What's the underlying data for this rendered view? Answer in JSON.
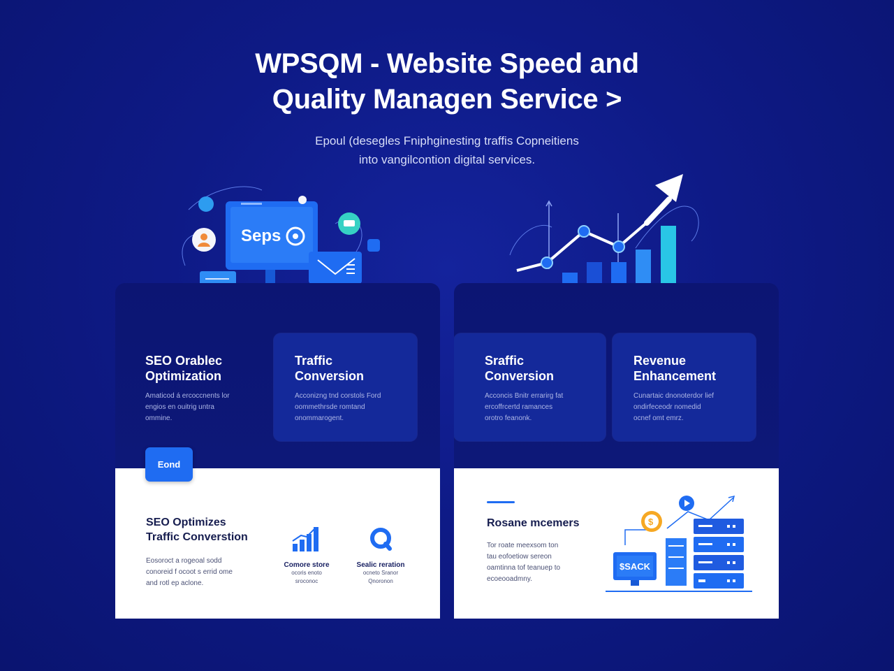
{
  "hero": {
    "title_line1": "WPSQM - Website Speed and",
    "title_line2": "Quality Managen Service >",
    "subtitle_line1": "Epoul (desegles Fniphginesting traffis Copneitiens",
    "subtitle_line2": "into vangilcontion digital services."
  },
  "illustration_left": {
    "monitor_text": "Seps"
  },
  "panel_left": {
    "cards": [
      {
        "title_line1": "SEO Orablec",
        "title_line2": "Optimization",
        "desc_lines": [
          "Amaticod á ercoccnents lor",
          "engios en ouitrig untra",
          "ommine."
        ]
      },
      {
        "title_line1": "Traffic",
        "title_line2": "Conversion",
        "desc_lines": [
          "Acconizng tnd corstols Ford",
          "oommethrsde romtand",
          "onommarogent."
        ]
      }
    ],
    "cta_label": "Eond",
    "lower": {
      "title_line1": "SEO Optimizes",
      "title_line2": "Traffic Converstion",
      "desc_lines": [
        "Eosoroct a rogeoal sodd",
        "conoreid f ocoot s errid ome",
        "and rotl ep aclone."
      ],
      "features": [
        {
          "icon": "bar-chart-icon",
          "label": "Comore store",
          "sub_lines": [
            "ocoris enoto",
            "sroconoc"
          ]
        },
        {
          "icon": "search-icon",
          "label": "Sealic reration",
          "sub_lines": [
            "ocneto Sranor",
            "Qnoronon"
          ]
        }
      ]
    }
  },
  "panel_right": {
    "cards": [
      {
        "title_line1": "Sraffic",
        "title_line2": "Conversion",
        "desc_lines": [
          "Acconcis Bnitr errarirg fat",
          "ercoffrcertd ramances",
          "orotro feanonk."
        ]
      },
      {
        "title_line1": "Revenue",
        "title_line2": "Enhancement",
        "desc_lines": [
          "Cunartaic dnonoterdor lief",
          "ondirfeceodr nomedid",
          "ocnef omt emrz."
        ]
      }
    ],
    "lower": {
      "title": "Rosane mcemers",
      "desc_lines": [
        "Tor roate meexsom ton",
        "tau eofoetiow sereon",
        "oamtinna tof teanuep to",
        "ecoeooadmny."
      ],
      "server_label": "$SACK"
    }
  },
  "colors": {
    "background": "#0e1a86",
    "panel_dark": "#0c1573",
    "card_fill": "#14299a",
    "accent_blue": "#1f6cf2",
    "cyan": "#29c6e6"
  }
}
